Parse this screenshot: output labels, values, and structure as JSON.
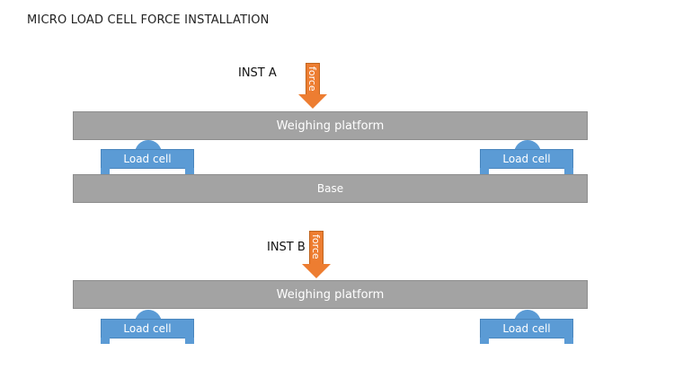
{
  "title": "MICRO LOAD CELL FORCE INSTALLATION",
  "inst_a": {
    "label": "INST A",
    "force_label": "force",
    "platform_label": "Weighing platform",
    "load_cell_left": "Load cell",
    "load_cell_right": "Load cell",
    "base_label": "Base"
  },
  "inst_b": {
    "label": "INST B",
    "force_label": "force",
    "platform_label": "Weighing platform",
    "load_cell_left": "Load cell",
    "load_cell_right": "Load cell"
  },
  "colors": {
    "platform": "#a3a3a3",
    "load_cell": "#5b9bd5",
    "force_arrow": "#ed7d31"
  }
}
